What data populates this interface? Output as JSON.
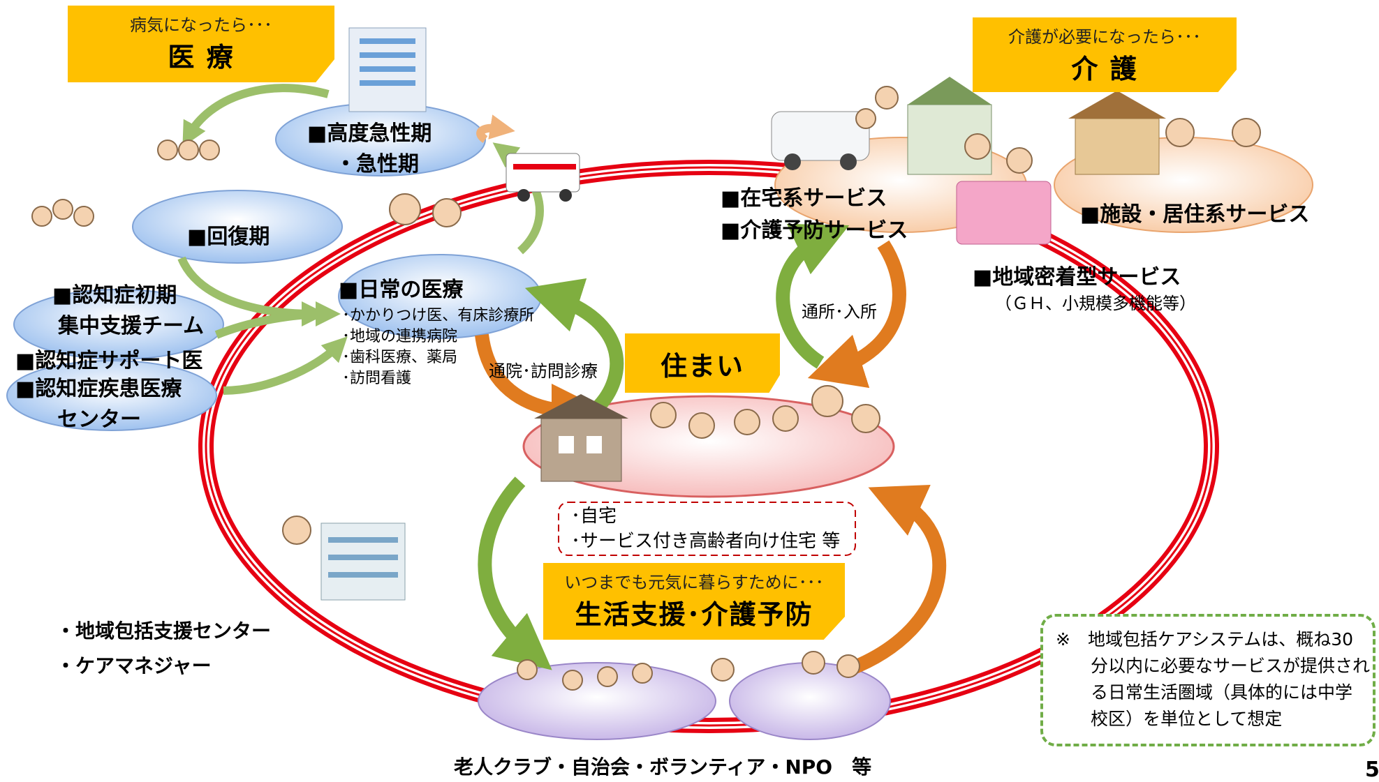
{
  "iryo": {
    "sub": "病気になったら･･･",
    "title": "医 療"
  },
  "kaigo": {
    "sub": "介護が必要になったら･･･",
    "title": "介 護"
  },
  "sumai": {
    "title": "住まい"
  },
  "seikatsu": {
    "sub": "いつまでも元気に暮らすために･･･",
    "title": "生活支援･介護予防"
  },
  "medical": {
    "acute": [
      "■高度急性期",
      "・急性期"
    ],
    "recovery": "■回復期",
    "daily_title": "■日常の医療",
    "daily_items": [
      "･かかりつけ医、有床診療所",
      "･地域の連携病院",
      "･歯科医療、薬局",
      "･訪問看護"
    ]
  },
  "dementia": {
    "initial": [
      "■認知症初期",
      "集中支援チーム"
    ],
    "support_doctor": "■認知症サポート医",
    "medical_center": [
      "■認知症疾患医療",
      "センター"
    ]
  },
  "care": {
    "home_services": [
      "■在宅系サービス",
      "■介護予防サービス"
    ],
    "facility_services": "■施設・居住系サービス",
    "community_services": "■地域密着型サービス",
    "community_note": "（ＧＨ、小規模多機能等）"
  },
  "arrows": {
    "visit_medical": "通院･訪問診療",
    "commute_admit": "通所･入所"
  },
  "housing": [
    "･自宅",
    "･サービス付き高齢者向け住宅 等"
  ],
  "support_center": [
    "・地域包括支援センター",
    "・ケアマネジャー"
  ],
  "community_groups": "老人クラブ・自治会・ボランティア・NPO　等",
  "note": [
    "※　地域包括ケアシステムは、概ね30",
    "分以内に必要なサービスが提供され",
    "る日常生活圏域（具体的には中学",
    "校区）を単位として想定"
  ],
  "page_number": "5",
  "colors": {
    "ring": "#e60012",
    "label_bg": "#ffc000",
    "green_arrow": "#7fae3f",
    "orange_arrow": "#e07b1f",
    "blue_ellipse": "#a9c8f0",
    "pink_ellipse": "#f9c7c7",
    "purple_ellipse": "#c9b8e8",
    "note_border": "#70ad47"
  }
}
